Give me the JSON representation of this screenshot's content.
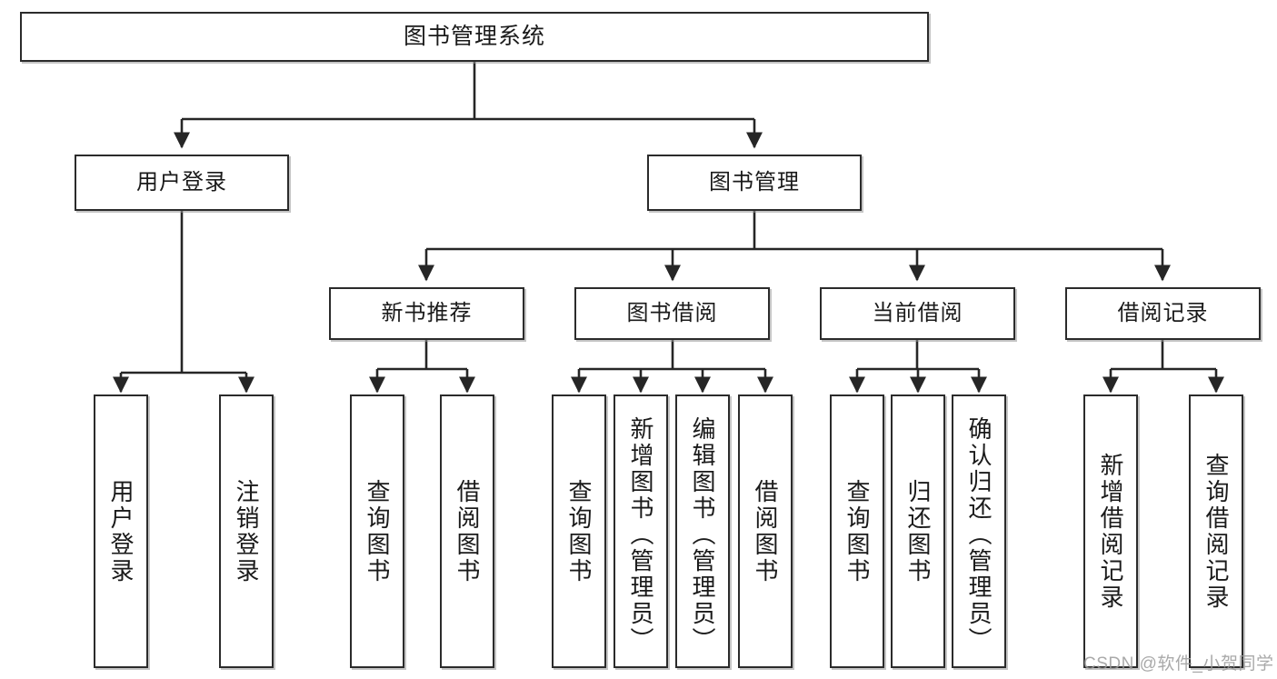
{
  "diagram": {
    "title": "图书管理系统",
    "type": "tree",
    "watermark": "CSDN @软件_小贺同学",
    "colors": {
      "box_border": "#2b2b2b",
      "box_fill": "#ffffff",
      "line": "#262626",
      "text": "#1a1a1a",
      "watermark": "#9b9b9b"
    },
    "levels": {
      "root": {
        "label": "图书管理系统"
      },
      "level2": [
        {
          "label": "用户登录"
        },
        {
          "label": "图书管理"
        }
      ],
      "level3": [
        {
          "label": "新书推荐",
          "parent": "图书管理"
        },
        {
          "label": "图书借阅",
          "parent": "图书管理"
        },
        {
          "label": "当前借阅",
          "parent": "图书管理"
        },
        {
          "label": "借阅记录",
          "parent": "图书管理"
        }
      ],
      "leaves": [
        {
          "label": "用户登录",
          "parent": "用户登录"
        },
        {
          "label": "注销登录",
          "parent": "用户登录"
        },
        {
          "label": "查询图书",
          "parent": "新书推荐"
        },
        {
          "label": "借阅图书",
          "parent": "新书推荐"
        },
        {
          "label": "查询图书",
          "parent": "图书借阅"
        },
        {
          "label": "新增图书（管理员）",
          "parent": "图书借阅"
        },
        {
          "label": "编辑图书（管理员）",
          "parent": "图书借阅"
        },
        {
          "label": "借阅图书",
          "parent": "图书借阅"
        },
        {
          "label": "查询图书",
          "parent": "当前借阅"
        },
        {
          "label": "归还图书",
          "parent": "当前借阅"
        },
        {
          "label": "确认归还（管理员）",
          "parent": "当前借阅"
        },
        {
          "label": "新增借阅记录",
          "parent": "借阅记录"
        },
        {
          "label": "查询借阅记录",
          "parent": "借阅记录"
        }
      ]
    }
  }
}
